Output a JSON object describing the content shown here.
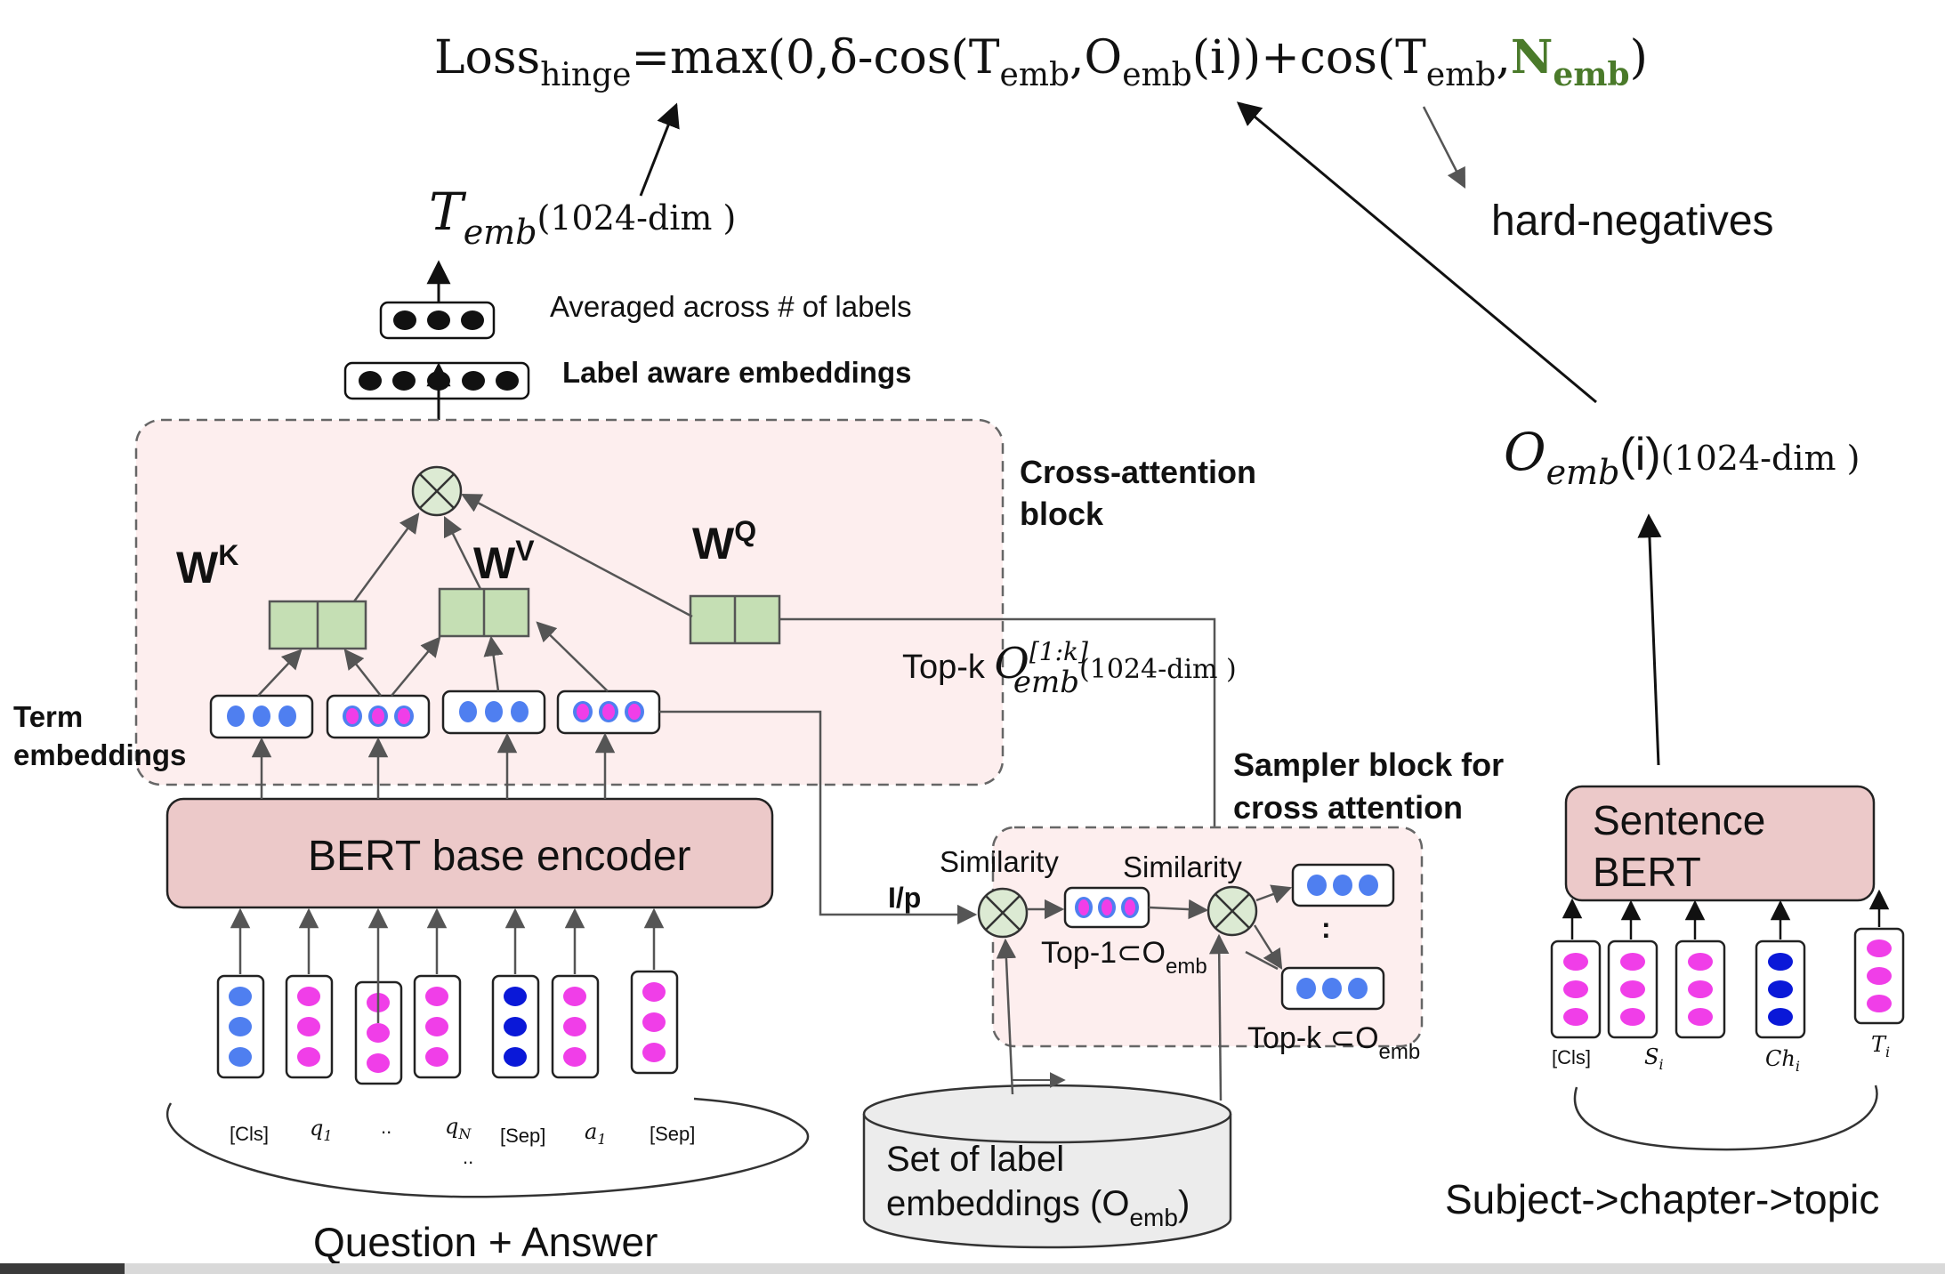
{
  "loss": {
    "prefix": "Loss",
    "prefix_sub": "hinge",
    "part1": "=max(0,δ-cos(T",
    "sub_emb_1": "emb",
    "comma1": ",O",
    "sub_emb_2": "emb",
    "part2": "(i))+cos(T",
    "sub_emb_3": "emb",
    "comma2": ",",
    "n_main": "N",
    "n_sub": "emb",
    "close": ")"
  },
  "t_emb": {
    "main": "T",
    "sub": "emb",
    "dim": "(1024-dim )"
  },
  "o_emb_right": {
    "main": "O",
    "sub": "emb",
    "arg": "(i)",
    "dim": "(1024-dim )"
  },
  "hard_negatives": "hard-negatives",
  "averaged_label": "Averaged across # of labels",
  "label_aware": "Label aware embeddings",
  "cross_attention": [
    "Cross-attention",
    "block"
  ],
  "weights": {
    "k": "W",
    "k_sup": "K",
    "v": "W",
    "v_sup": "V",
    "q": "W",
    "q_sup": "Q"
  },
  "topk": {
    "prefix": "Top-k ",
    "main": "O",
    "sup": "[1:k]",
    "sub": "emb",
    "dim": "(1024-dim )"
  },
  "term_embeddings": [
    "Term",
    "embeddings"
  ],
  "bert_base": "BERT base encoder",
  "sampler": [
    "Sampler block for",
    "cross attention"
  ],
  "similarity_1": "Similarity",
  "similarity_2": "Similarity",
  "ip": "I/p",
  "top1": {
    "text": "Top-1⊂O",
    "sub": "emb"
  },
  "colon": ":",
  "topk_subset": {
    "text": "Top-k ⊂O",
    "sub": "emb"
  },
  "input_tokens": [
    "[Cls]",
    "q",
    "..",
    "q",
    "[Sep]",
    "a",
    "[Sep]"
  ],
  "input_token_subs": [
    "",
    "1",
    "",
    "N",
    "",
    "1",
    ""
  ],
  "dots_below": "..",
  "question_answer": "Question + Answer",
  "label_set": [
    "Set of label",
    "embeddings (O",
    "emb",
    ")"
  ],
  "sentence_bert": [
    "Sentence",
    "BERT"
  ],
  "right_tokens": [
    "[Cls]",
    "S",
    "Ch",
    "T"
  ],
  "right_token_subs": [
    "",
    "i",
    "i",
    "i"
  ],
  "subject_chain": "Subject->chapter->topic",
  "colors": {
    "pink_block": "#fdeeee",
    "bert_fill": "#ecc9c9",
    "green_box": "#c5dfb4",
    "otimes_fill": "#dcead3",
    "blue_dot": "#4f7ff0",
    "magenta_dot": "#f03ee8",
    "navy_dot": "#0a18d8",
    "cylinder_fill": "#ececec",
    "n_emb_green": "#4a7a2a"
  }
}
